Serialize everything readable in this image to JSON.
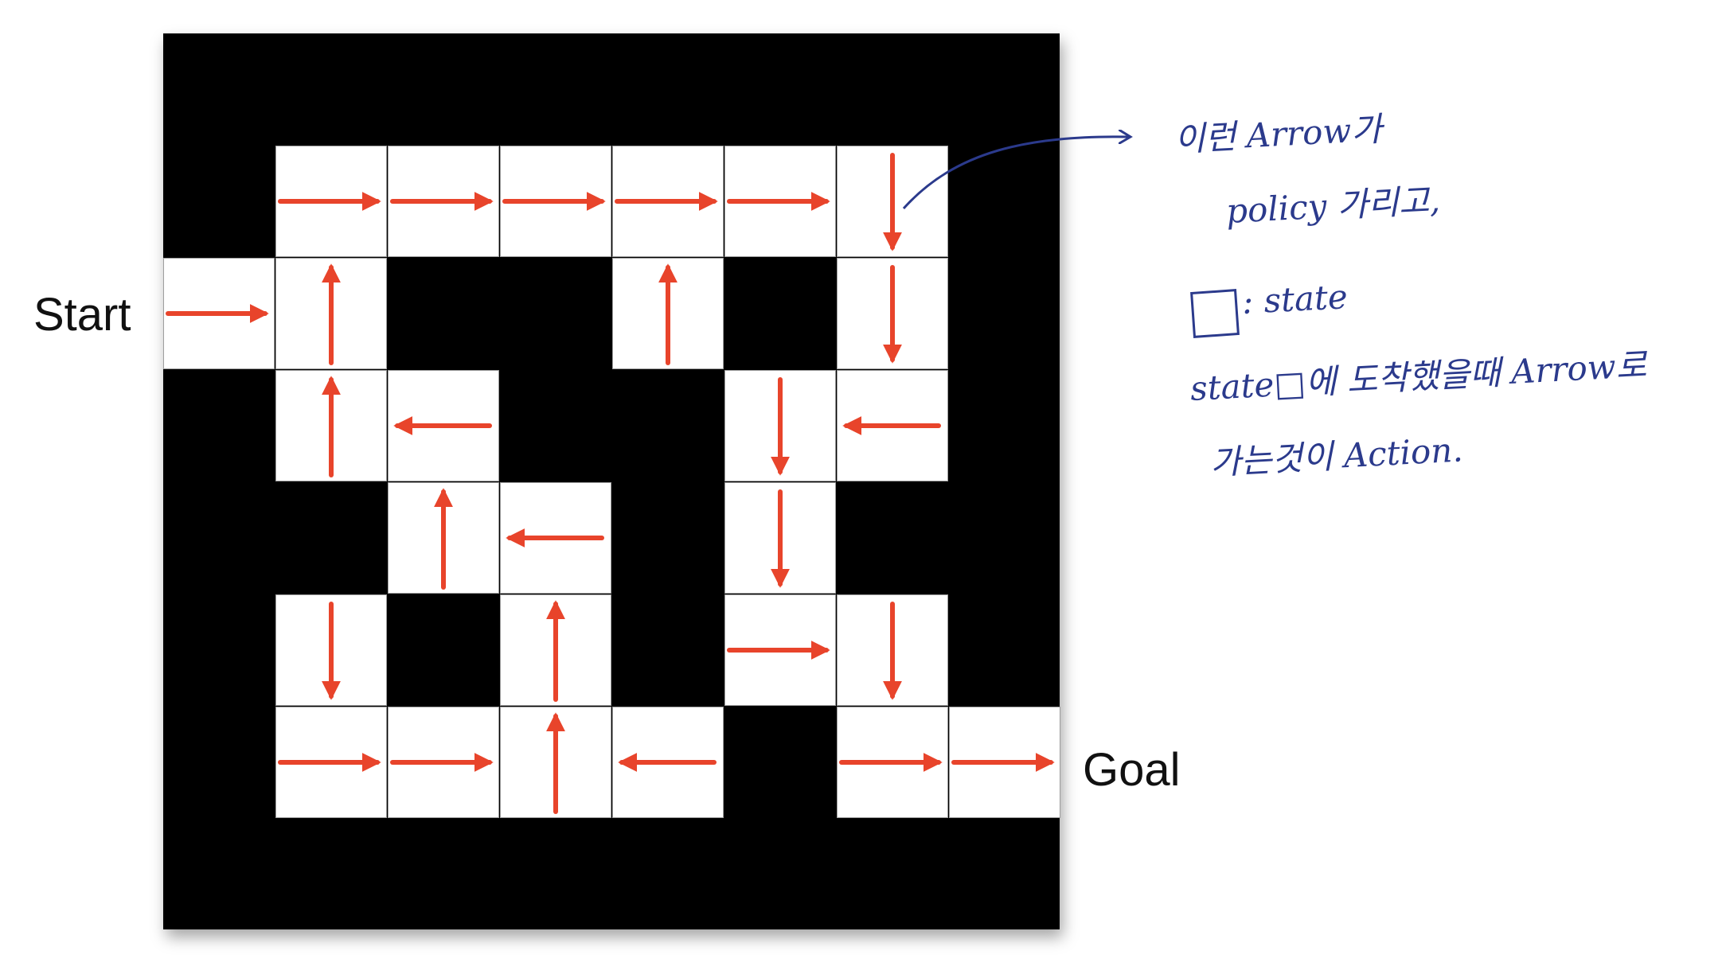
{
  "labels": {
    "start": "Start",
    "goal": "Goal"
  },
  "annotation": {
    "line1": "이런 Arrow가",
    "line2": "policy 가리고,",
    "line3": ": state",
    "line4": "state□에 도착했을때 Arrow로",
    "line5": "가는것이 Action."
  },
  "colors": {
    "wall": "#000000",
    "state_cell": "#ffffff",
    "arrow": "#e8442b",
    "annotation_ink": "#2b3a8c"
  },
  "grid": {
    "rows": 8,
    "cols": 8,
    "cells": [
      {
        "row": 1,
        "col": 1,
        "action": "right"
      },
      {
        "row": 1,
        "col": 2,
        "action": "right"
      },
      {
        "row": 1,
        "col": 3,
        "action": "right"
      },
      {
        "row": 1,
        "col": 4,
        "action": "right"
      },
      {
        "row": 1,
        "col": 5,
        "action": "right"
      },
      {
        "row": 1,
        "col": 6,
        "action": "down"
      },
      {
        "row": 2,
        "col": 0,
        "action": "right"
      },
      {
        "row": 2,
        "col": 1,
        "action": "up"
      },
      {
        "row": 2,
        "col": 4,
        "action": "up"
      },
      {
        "row": 2,
        "col": 6,
        "action": "down"
      },
      {
        "row": 3,
        "col": 1,
        "action": "up"
      },
      {
        "row": 3,
        "col": 2,
        "action": "left"
      },
      {
        "row": 3,
        "col": 5,
        "action": "down"
      },
      {
        "row": 3,
        "col": 6,
        "action": "left"
      },
      {
        "row": 4,
        "col": 2,
        "action": "up"
      },
      {
        "row": 4,
        "col": 3,
        "action": "left"
      },
      {
        "row": 4,
        "col": 5,
        "action": "down"
      },
      {
        "row": 5,
        "col": 1,
        "action": "down"
      },
      {
        "row": 5,
        "col": 3,
        "action": "up"
      },
      {
        "row": 5,
        "col": 5,
        "action": "right"
      },
      {
        "row": 5,
        "col": 6,
        "action": "down"
      },
      {
        "row": 6,
        "col": 1,
        "action": "right"
      },
      {
        "row": 6,
        "col": 2,
        "action": "right"
      },
      {
        "row": 6,
        "col": 3,
        "action": "up"
      },
      {
        "row": 6,
        "col": 4,
        "action": "left"
      },
      {
        "row": 6,
        "col": 6,
        "action": "right"
      },
      {
        "row": 6,
        "col": 7,
        "action": "right"
      }
    ]
  }
}
